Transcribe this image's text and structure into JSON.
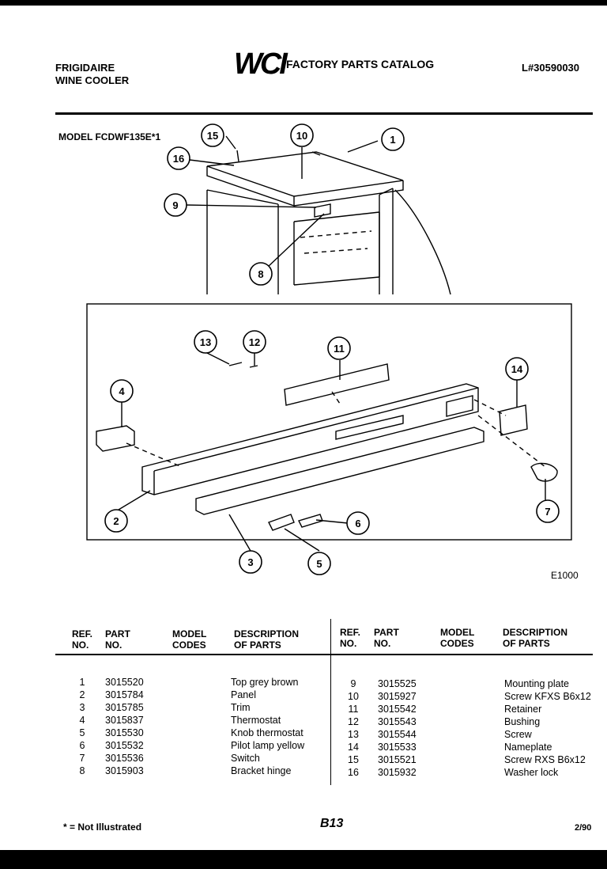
{
  "header": {
    "brand_line1": "FRIGIDAIRE",
    "brand_line2": "WINE COOLER",
    "logo": "WCI",
    "catalog_title": "FACTORY PARTS CATALOG",
    "catalog_code": "L#30590030"
  },
  "model_label": "MODEL FCDWF135E*1",
  "figure_code": "E1000",
  "callouts": [
    "1",
    "2",
    "3",
    "4",
    "5",
    "6",
    "7",
    "8",
    "9",
    "10",
    "11",
    "12",
    "13",
    "14",
    "15",
    "16"
  ],
  "table_headers": {
    "ref_no": [
      "REF.",
      "NO."
    ],
    "part_no": [
      "PART",
      "NO."
    ],
    "model_codes": [
      "MODEL",
      "CODES"
    ],
    "description": [
      "DESCRIPTION",
      "OF PARTS"
    ]
  },
  "parts_left": [
    {
      "ref": "1",
      "part": "3015520",
      "desc": "Top grey brown"
    },
    {
      "ref": "2",
      "part": "3015784",
      "desc": "Panel"
    },
    {
      "ref": "3",
      "part": "3015785",
      "desc": "Trim"
    },
    {
      "ref": "4",
      "part": "3015837",
      "desc": "Thermostat"
    },
    {
      "ref": "5",
      "part": "3015530",
      "desc": "Knob thermostat"
    },
    {
      "ref": "6",
      "part": "3015532",
      "desc": "Pilot lamp yellow"
    },
    {
      "ref": "7",
      "part": "3015536",
      "desc": "Switch"
    },
    {
      "ref": "8",
      "part": "3015903",
      "desc": "Bracket hinge"
    }
  ],
  "parts_right": [
    {
      "ref": "9",
      "part": "3015525",
      "desc": "Mounting plate"
    },
    {
      "ref": "10",
      "part": "3015927",
      "desc": "Screw KFXS B6x12"
    },
    {
      "ref": "11",
      "part": "3015542",
      "desc": "Retainer"
    },
    {
      "ref": "12",
      "part": "3015543",
      "desc": "Bushing"
    },
    {
      "ref": "13",
      "part": "3015544",
      "desc": "Screw"
    },
    {
      "ref": "14",
      "part": "3015533",
      "desc": "Nameplate"
    },
    {
      "ref": "15",
      "part": "3015521",
      "desc": "Screw RXS B6x12"
    },
    {
      "ref": "16",
      "part": "3015932",
      "desc": "Washer lock"
    }
  ],
  "footer": {
    "note": "* = Not Illustrated",
    "page": "B13",
    "date": "2/90"
  }
}
